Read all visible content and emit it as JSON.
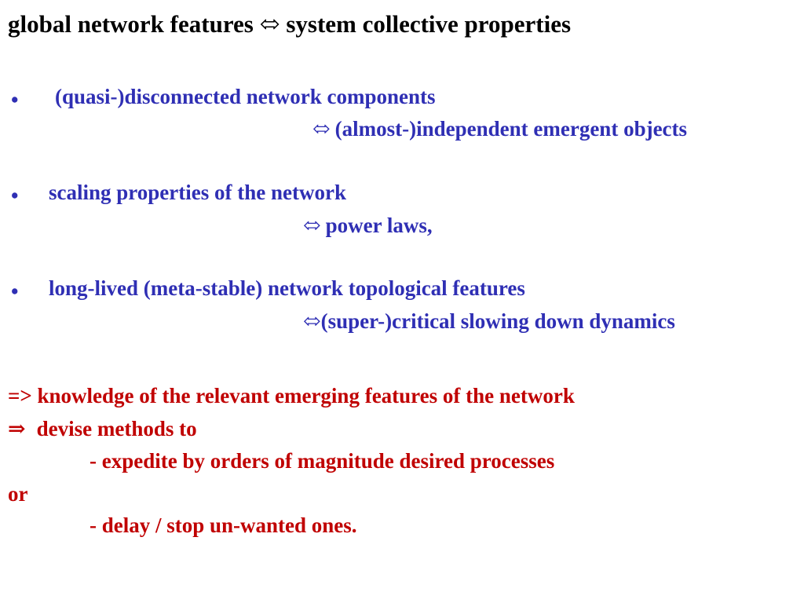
{
  "slide": {
    "title": "global network features ⬄ system collective properties",
    "bullet_glyph": "•",
    "bullets": [
      {
        "text": "(quasi-)disconnected network components",
        "implication_arrow": "⬄",
        "implication": "(almost-)independent emergent objects"
      },
      {
        "text": "scaling properties of the network",
        "implication_arrow": "⬄",
        "implication": "power laws,"
      },
      {
        "text": "long-lived (meta-stable) network topological features",
        "implication_arrow": "⬄",
        "implication": "(super-)critical slowing down dynamics"
      }
    ],
    "conclusion": {
      "line1": "=> knowledge of the relevant emerging features of the network",
      "line2_arrow": "⇒",
      "line2": "devise methods to",
      "line3": "- expedite by orders of magnitude desired processes",
      "line4": "or",
      "line5": "- delay / stop un-wanted ones."
    },
    "colors": {
      "title": "#000000",
      "bullets": "#2f2fb4",
      "conclusion": "#c00000"
    }
  }
}
